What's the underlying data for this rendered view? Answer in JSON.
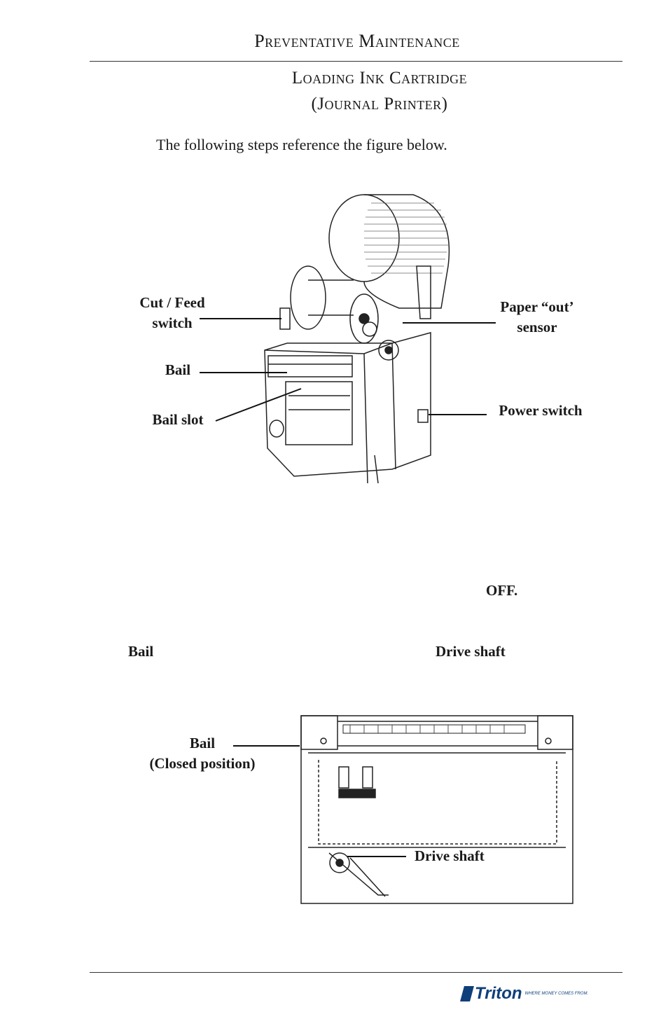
{
  "header": {
    "title": "Preventative Maintenance"
  },
  "section": {
    "title_line1": "Loading Ink Cartridge",
    "title_line2": "(Journal Printer)"
  },
  "intro_text": "The following steps reference the figure below.",
  "figure1": {
    "labels": {
      "cut_feed_line1": "Cut / Feed",
      "cut_feed_line2": "switch",
      "bail": "Bail",
      "bail_slot": "Bail slot",
      "paper_out_line1": "Paper “out’",
      "paper_out_line2": "sensor",
      "power_switch": "Power switch"
    }
  },
  "steps": {
    "off": "OFF.",
    "bail": "Bail",
    "drive_shaft": "Drive shaft"
  },
  "figure2": {
    "labels": {
      "bail": "Bail",
      "bail_position": "(Closed position)",
      "drive_shaft": "Drive shaft"
    }
  },
  "footer": {
    "brand": "Triton",
    "tagline": "WHERE MONEY COMES FROM."
  }
}
